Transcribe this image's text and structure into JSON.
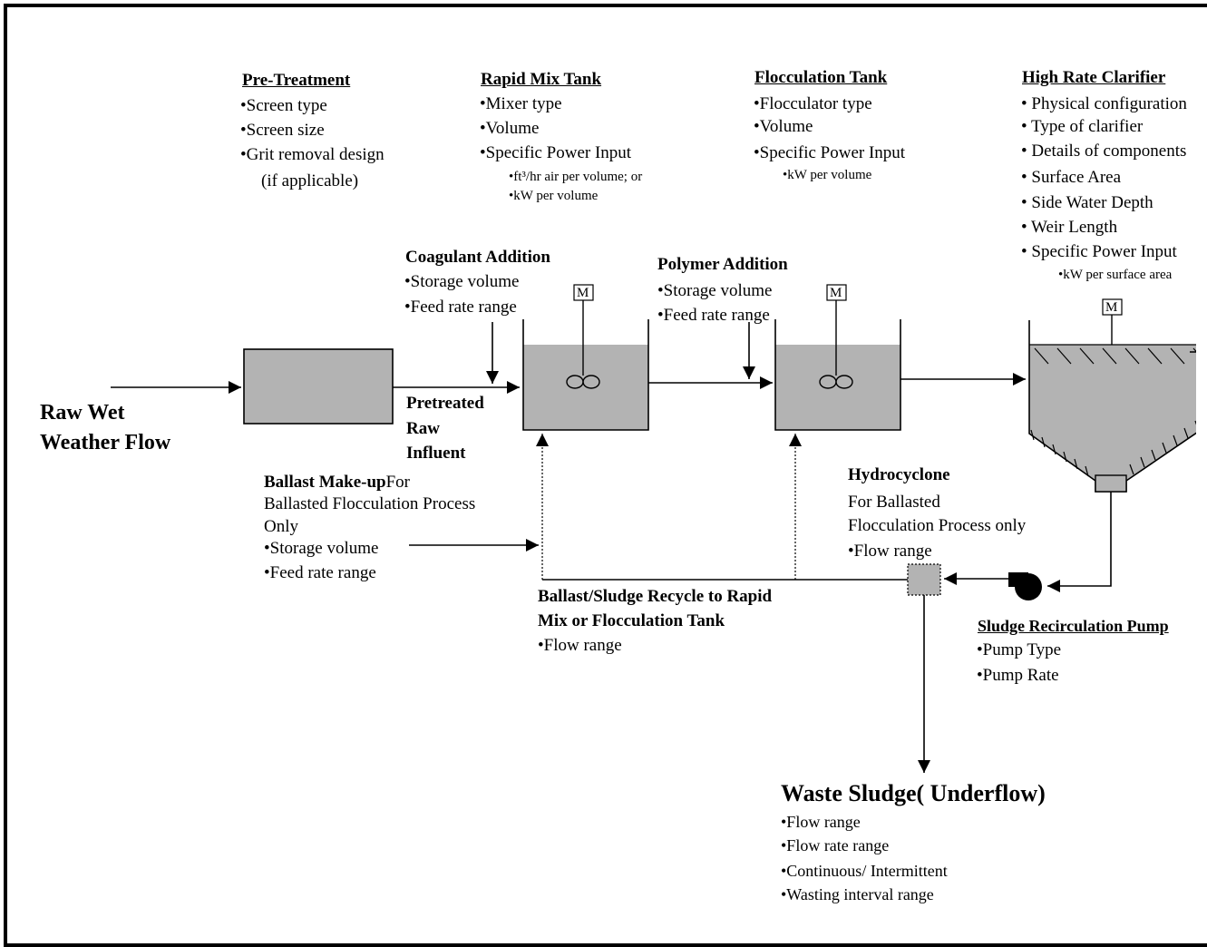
{
  "raw_flow": {
    "line1": "Raw Wet",
    "line2": "Weather Flow"
  },
  "pretreatment": {
    "title": "Pre-Treatment",
    "items": [
      "•Screen type",
      "•Screen size",
      "•Grit removal design",
      "(if applicable)"
    ]
  },
  "rapid_mix": {
    "title": "Rapid Mix Tank",
    "items": [
      "•Mixer type",
      "•Volume",
      "•Specific Power Input"
    ],
    "sub": [
      "•ft³/hr air per volume; or",
      "•kW per volume"
    ]
  },
  "flocculation": {
    "title": "Flocculation Tank",
    "items": [
      "•Flocculator type",
      "•Volume",
      "•Specific Power Input"
    ],
    "sub": [
      "•kW per volume"
    ]
  },
  "clarifier": {
    "title": "High Rate Clarifier",
    "items": [
      "• Physical configuration",
      "• Type of clarifier",
      "• Details of components",
      "• Surface Area",
      "• Side Water Depth",
      "• Weir Length",
      "• Specific Power Input"
    ],
    "sub": [
      "•kW per surface area"
    ]
  },
  "coagulant": {
    "title": "Coagulant Addition",
    "items": [
      "•Storage volume",
      "•Feed rate range"
    ]
  },
  "polymer": {
    "title": "Polymer Addition",
    "items": [
      "•Storage volume",
      "•Feed rate range"
    ]
  },
  "pretreated": {
    "line1": "Pretreated",
    "line2": "Raw",
    "line3": "Influent"
  },
  "ballast_makeup": {
    "title": "Ballast Make-up",
    "title_suffix": "For",
    "lines": [
      "Ballasted Flocculation Process",
      "Only",
      "•Storage volume",
      "•Feed rate range"
    ]
  },
  "hydrocyclone": {
    "title": "Hydrocyclone",
    "lines": [
      "For Ballasted",
      "Flocculation Process only",
      "•Flow range"
    ]
  },
  "recycle": {
    "line1": "Ballast/Sludge Recycle to Rapid",
    "line2": "Mix or Flocculation Tank",
    "item": "•Flow range"
  },
  "pump": {
    "title": "Sludge Recirculation Pump",
    "items": [
      "•Pump Type",
      "•Pump Rate"
    ]
  },
  "waste": {
    "title": "Waste Sludge( Underflow)",
    "items": [
      "•Flow range",
      "•Flow rate range",
      "•Continuous/ Intermittent",
      "•Wasting interval range"
    ]
  },
  "motor_label": "M",
  "colors": {
    "tank_fill": "#b3b3b3",
    "line": "#000000",
    "background": "#ffffff"
  }
}
